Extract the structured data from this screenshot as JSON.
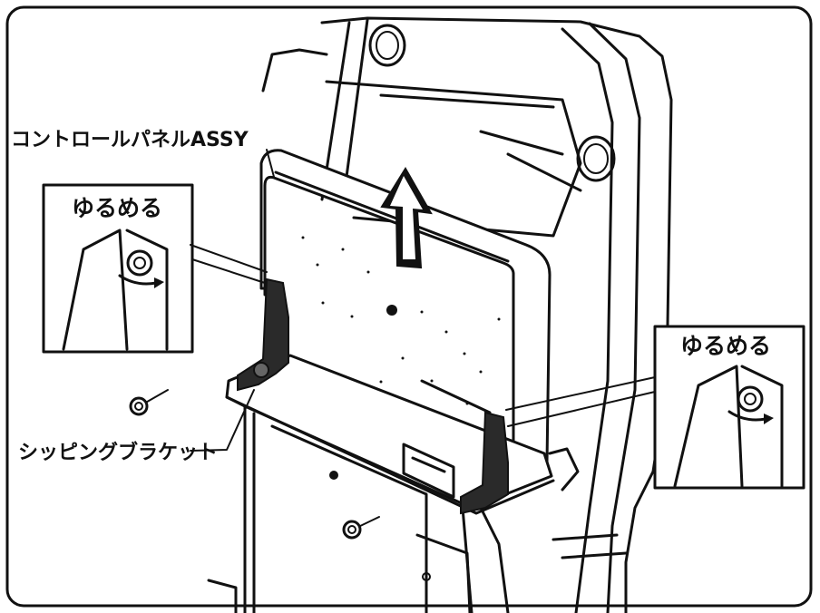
{
  "labels": {
    "control_panel_assy": "コントロールパネルASSY",
    "loosen_left": "ゆるめる",
    "loosen_right": "ゆるめる",
    "shipping_bracket": "シッピングブラケット"
  },
  "colors": {
    "line": "#111111",
    "background": "#ffffff",
    "bracket": "#2a2a2a"
  },
  "icons": {
    "lift_arrow": "up-arrow-icon",
    "rotate": "rotate-arrow-icon",
    "screw": "screw-icon"
  }
}
